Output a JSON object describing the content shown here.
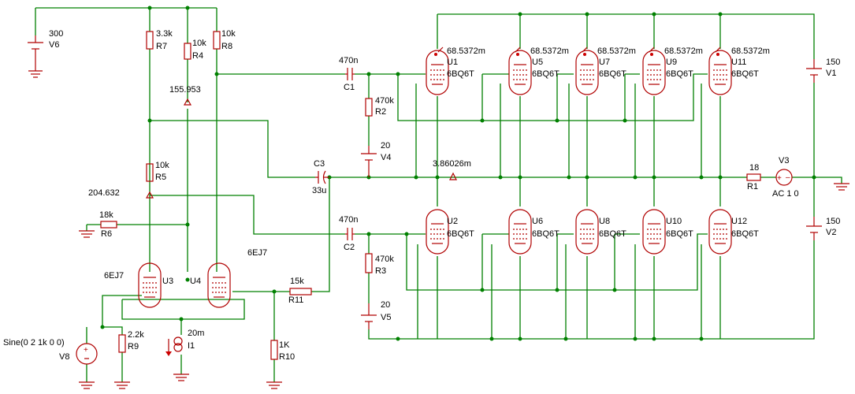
{
  "sources": {
    "v6": {
      "value": "300",
      "name": "V6"
    },
    "v1": {
      "value": "150",
      "name": "V1"
    },
    "v2": {
      "value": "150",
      "name": "V2"
    },
    "v4": {
      "value": "20",
      "name": "V4"
    },
    "v5": {
      "value": "20",
      "name": "V5"
    },
    "v3": {
      "value": "AC 1 0",
      "name": "V3"
    },
    "v8": {
      "value": "Sine(0 2 1k 0 0)",
      "name": "V8"
    },
    "i1": {
      "value": "20m",
      "name": "I1"
    }
  },
  "resistors": {
    "r7": {
      "value": "3.3k",
      "name": "R7"
    },
    "r4": {
      "value": "10k",
      "name": "R4"
    },
    "r8": {
      "value": "10k",
      "name": "R8"
    },
    "r5": {
      "value": "10k",
      "name": "R5"
    },
    "r6": {
      "value": "18k",
      "name": "R6"
    },
    "r9": {
      "value": "2.2k",
      "name": "R9"
    },
    "r10": {
      "value": "1K",
      "name": "R10"
    },
    "r11": {
      "value": "15k",
      "name": "R11"
    },
    "r2": {
      "value": "470k",
      "name": "R2"
    },
    "r3": {
      "value": "470k",
      "name": "R3"
    },
    "r1": {
      "value": "18",
      "name": "R1"
    }
  },
  "capacitors": {
    "c1": {
      "value": "470n",
      "name": "C1"
    },
    "c2": {
      "value": "470n",
      "name": "C2"
    },
    "c3": {
      "value": "33u",
      "name": "C3"
    }
  },
  "tubes": {
    "driver_type": "6EJ7",
    "driver_type_2": "6EJ7",
    "u3": "U3",
    "u4": "U4",
    "output_type": "6BQ6T",
    "upper": [
      "U1",
      "U5",
      "U7",
      "U9",
      "U11"
    ],
    "lower": [
      "U2",
      "U6",
      "U8",
      "U10",
      "U12"
    ]
  },
  "probes": {
    "node_155": "155.953",
    "node_204": "204.632",
    "output": "3.86026m",
    "plate_current": "68.5372m"
  }
}
